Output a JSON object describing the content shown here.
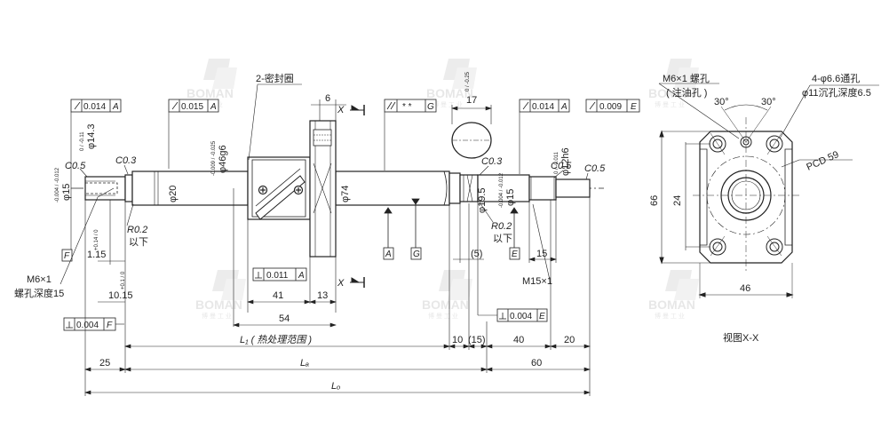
{
  "watermark": {
    "brand": "BOMAN",
    "subtitle": "博 曼 工 业"
  },
  "labels": {
    "seal": "2-密封圈",
    "d46g6": "φ46g6",
    "d46tol": "-0.009 / -0.025",
    "d14_3": "φ14.3",
    "d14tol": "0 / -0.11",
    "d15left": "φ15",
    "d15ltol": "-0.004 / -0.012",
    "d20": "φ20",
    "d74": "φ74",
    "d19_5": "φ19.5",
    "d15right": "φ15",
    "d15rtol": "-0.004 / -0.012",
    "d12h6": "φ12h6",
    "d12tol": "0 / -0.011",
    "c05a": "C0.5",
    "c03a": "C0.3",
    "c03b": "C0.3",
    "c05b": "C0.5",
    "c05c": "C0.5",
    "r02a": "R0.2",
    "r02a2": "以下",
    "r02b": "R0.2",
    "r02b2": "以下",
    "m6": "M6×1",
    "m6depth": "螺孔深度15",
    "m15": "M15×1",
    "dim_1_15": "1.15",
    "tol_1_15": "+0.14 / 0",
    "dim_10_15": "10.15",
    "tol_10_15": "+0.1 / 0",
    "dim6": "6",
    "dim17": "17",
    "tol17": "0 / -0.25",
    "dim41": "41",
    "dim13": "13",
    "dim54": "54",
    "dim5": "(5)",
    "dim15": "15",
    "dim10": "10",
    "dim15p": "(15)",
    "dim40": "40",
    "dim20": "20",
    "dim25": "25",
    "dim60": "60",
    "l1": "L₁ ( 热处理范围 )",
    "la": "Lₐ",
    "lo": "Lₒ",
    "datumA": "A",
    "datumG": "G",
    "datumE": "E",
    "datumF": "F",
    "sectionX": "X",
    "sectionX2": "X",
    "fcf": {
      "f1_val": "0.014",
      "f1_ref": "A",
      "f2_val": "0.015",
      "f2_ref": "A",
      "f3_val": "* *",
      "f3_ref": "G",
      "f4_val": "0.014",
      "f4_ref": "A",
      "f5_val": "0.009",
      "f5_ref": "E",
      "f6_val": "0.011",
      "f6_ref": "A",
      "f7_val": "0.004",
      "f7_ref": "E",
      "f8_val": "0.004",
      "f8_ref": "F"
    },
    "view": {
      "m6oil": "M6×1 螺孔",
      "oil2": "( 注油孔 )",
      "holes": "4-φ6.6通孔",
      "cbore": "φ11沉孔深度6.5",
      "ang1": "30°",
      "ang2": "30°",
      "pcd": "PCD 59",
      "dim24": "24",
      "dim66": "66",
      "dim46": "46",
      "title": "视图X-X"
    }
  }
}
